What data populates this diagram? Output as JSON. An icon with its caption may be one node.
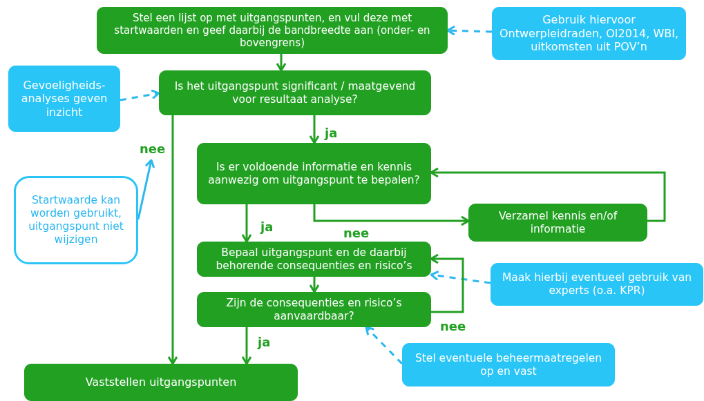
{
  "diagram": {
    "nodes": [
      {
        "text": [
          "Stel een lijst op met uitgangspunten, en vul deze met startwaarden en geef daarbij de bandbreedte aan (onder- en bovengrens)"
        ]
      },
      {
        "text": [
          "Gebruik hiervoor Ontwerpleidraden, OI2014, WBI, uitkomsten uit POV’n"
        ]
      },
      {
        "text": [
          "Gevoeligheids- analyses geven inzicht"
        ]
      },
      {
        "text": [
          "Is het uitgangspunt significant / maatgevend voor resultaat analyse?"
        ]
      },
      {
        "text": [
          "Is er voldoende informatie en kennis aanwezig om uitgangspunt te bepalen?"
        ]
      },
      {
        "text": [
          "Verzamel kennis en/of informatie"
        ]
      },
      {
        "text": [
          "Startwaarde kan worden gebruikt, uitgangspunt niet wijzigen"
        ]
      },
      {
        "text": [
          "Bepaal uitgangspunt en de daarbij behorende consequenties en risico’s"
        ]
      },
      {
        "text": [
          "Maak hierbij eventueel gebruik van experts (o.a. KPR)"
        ]
      },
      {
        "text": [
          "Zijn de consequenties en risico’s aanvaardbaar?"
        ]
      },
      {
        "text": [
          "Stel eventuele beheermaatregelen op en vast"
        ]
      },
      {
        "text": [
          "Vaststellen uitgangspunten"
        ]
      }
    ],
    "edges": [
      {
        "from": 0,
        "to": 3,
        "arrow": "to"
      },
      {
        "from": 1,
        "to": 0,
        "arrow": "to",
        "style": "dashed",
        "color": "#2ab8ef"
      },
      {
        "from": 2,
        "to": 3,
        "arrow": "to",
        "style": "dashed",
        "color": "#2ab8ef"
      },
      {
        "from": 3,
        "to": 4,
        "arrow": "to",
        "label": "ja"
      },
      {
        "from": 3,
        "to": 11,
        "arrow": "to",
        "label": "nee"
      },
      {
        "from": 6,
        "to": null,
        "arrow": "to",
        "color": "#2ab8ef"
      },
      {
        "from": 4,
        "to": 7,
        "arrow": "to",
        "label": "ja"
      },
      {
        "from": 4,
        "to": 5,
        "arrow": "to",
        "label": "nee"
      },
      {
        "from": 5,
        "to": 4,
        "arrow": "to"
      },
      {
        "from": 8,
        "to": 7,
        "arrow": "to",
        "style": "dashed",
        "color": "#2ab8ef"
      },
      {
        "from": 9,
        "to": 7,
        "arrow": "to",
        "label": "nee"
      },
      {
        "from": 7,
        "to": 9,
        "arrow": "to"
      },
      {
        "from": 9,
        "to": 11,
        "arrow": "to",
        "label": "ja"
      },
      {
        "from": 10,
        "to": 9,
        "arrow": "to",
        "style": "dashed",
        "color": "#2ab8ef"
      }
    ]
  }
}
